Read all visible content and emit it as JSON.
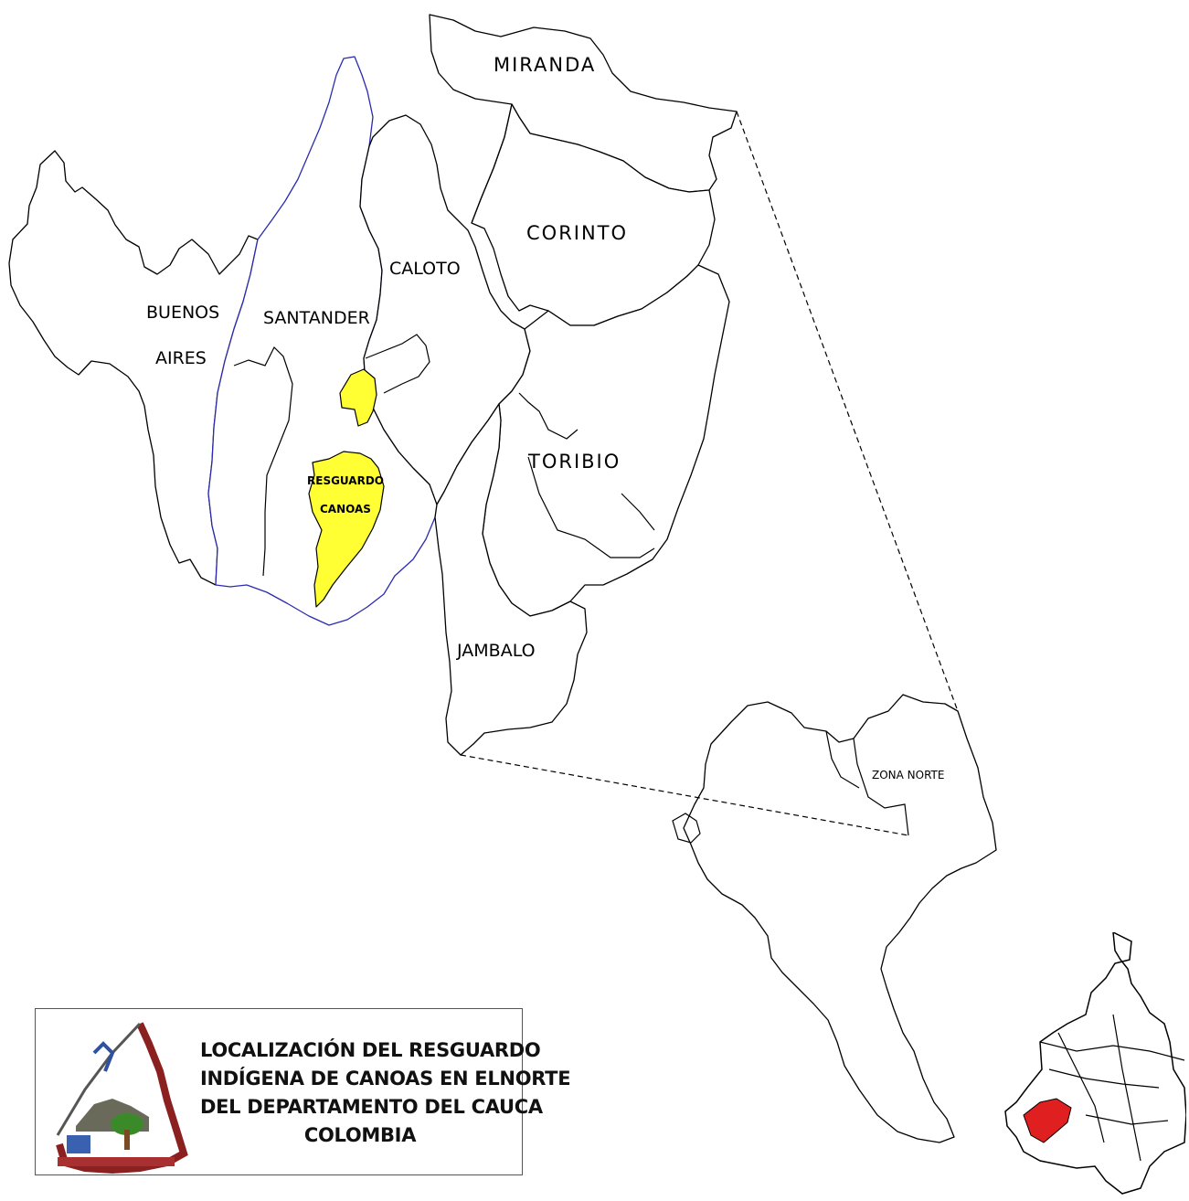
{
  "map": {
    "municipalities": [
      {
        "id": "miranda",
        "label": "MIRANDA"
      },
      {
        "id": "corinto",
        "label": "CORINTO"
      },
      {
        "id": "caloto",
        "label": "CALOTO"
      },
      {
        "id": "santander",
        "label": "SANTANDER"
      },
      {
        "id": "buenos-aires",
        "label_line1": "BUENOS",
        "label_line2": "AIRES"
      },
      {
        "id": "toribio",
        "label": "TORIBIO"
      },
      {
        "id": "jambalo",
        "label": "JAMBALO"
      }
    ],
    "resguardo": {
      "label_line1": "RESGUARDO",
      "label_line2": "CANOAS",
      "color": "#ffff33"
    },
    "zona_norte_label": "ZONA NORTE",
    "colors": {
      "santander_border": "#2b2bb0",
      "highlight_cauca": "#e02020",
      "outline": "#000000"
    }
  },
  "legend": {
    "title_lines": [
      "LOCALIZACIÓN DEL RESGUARDO",
      "INDÍGENA DE CANOAS EN ELNORTE",
      "DEL DEPARTAMENTO DEL CAUCA",
      "COLOMBIA"
    ],
    "logo_icon": "resguardo-emblem"
  }
}
